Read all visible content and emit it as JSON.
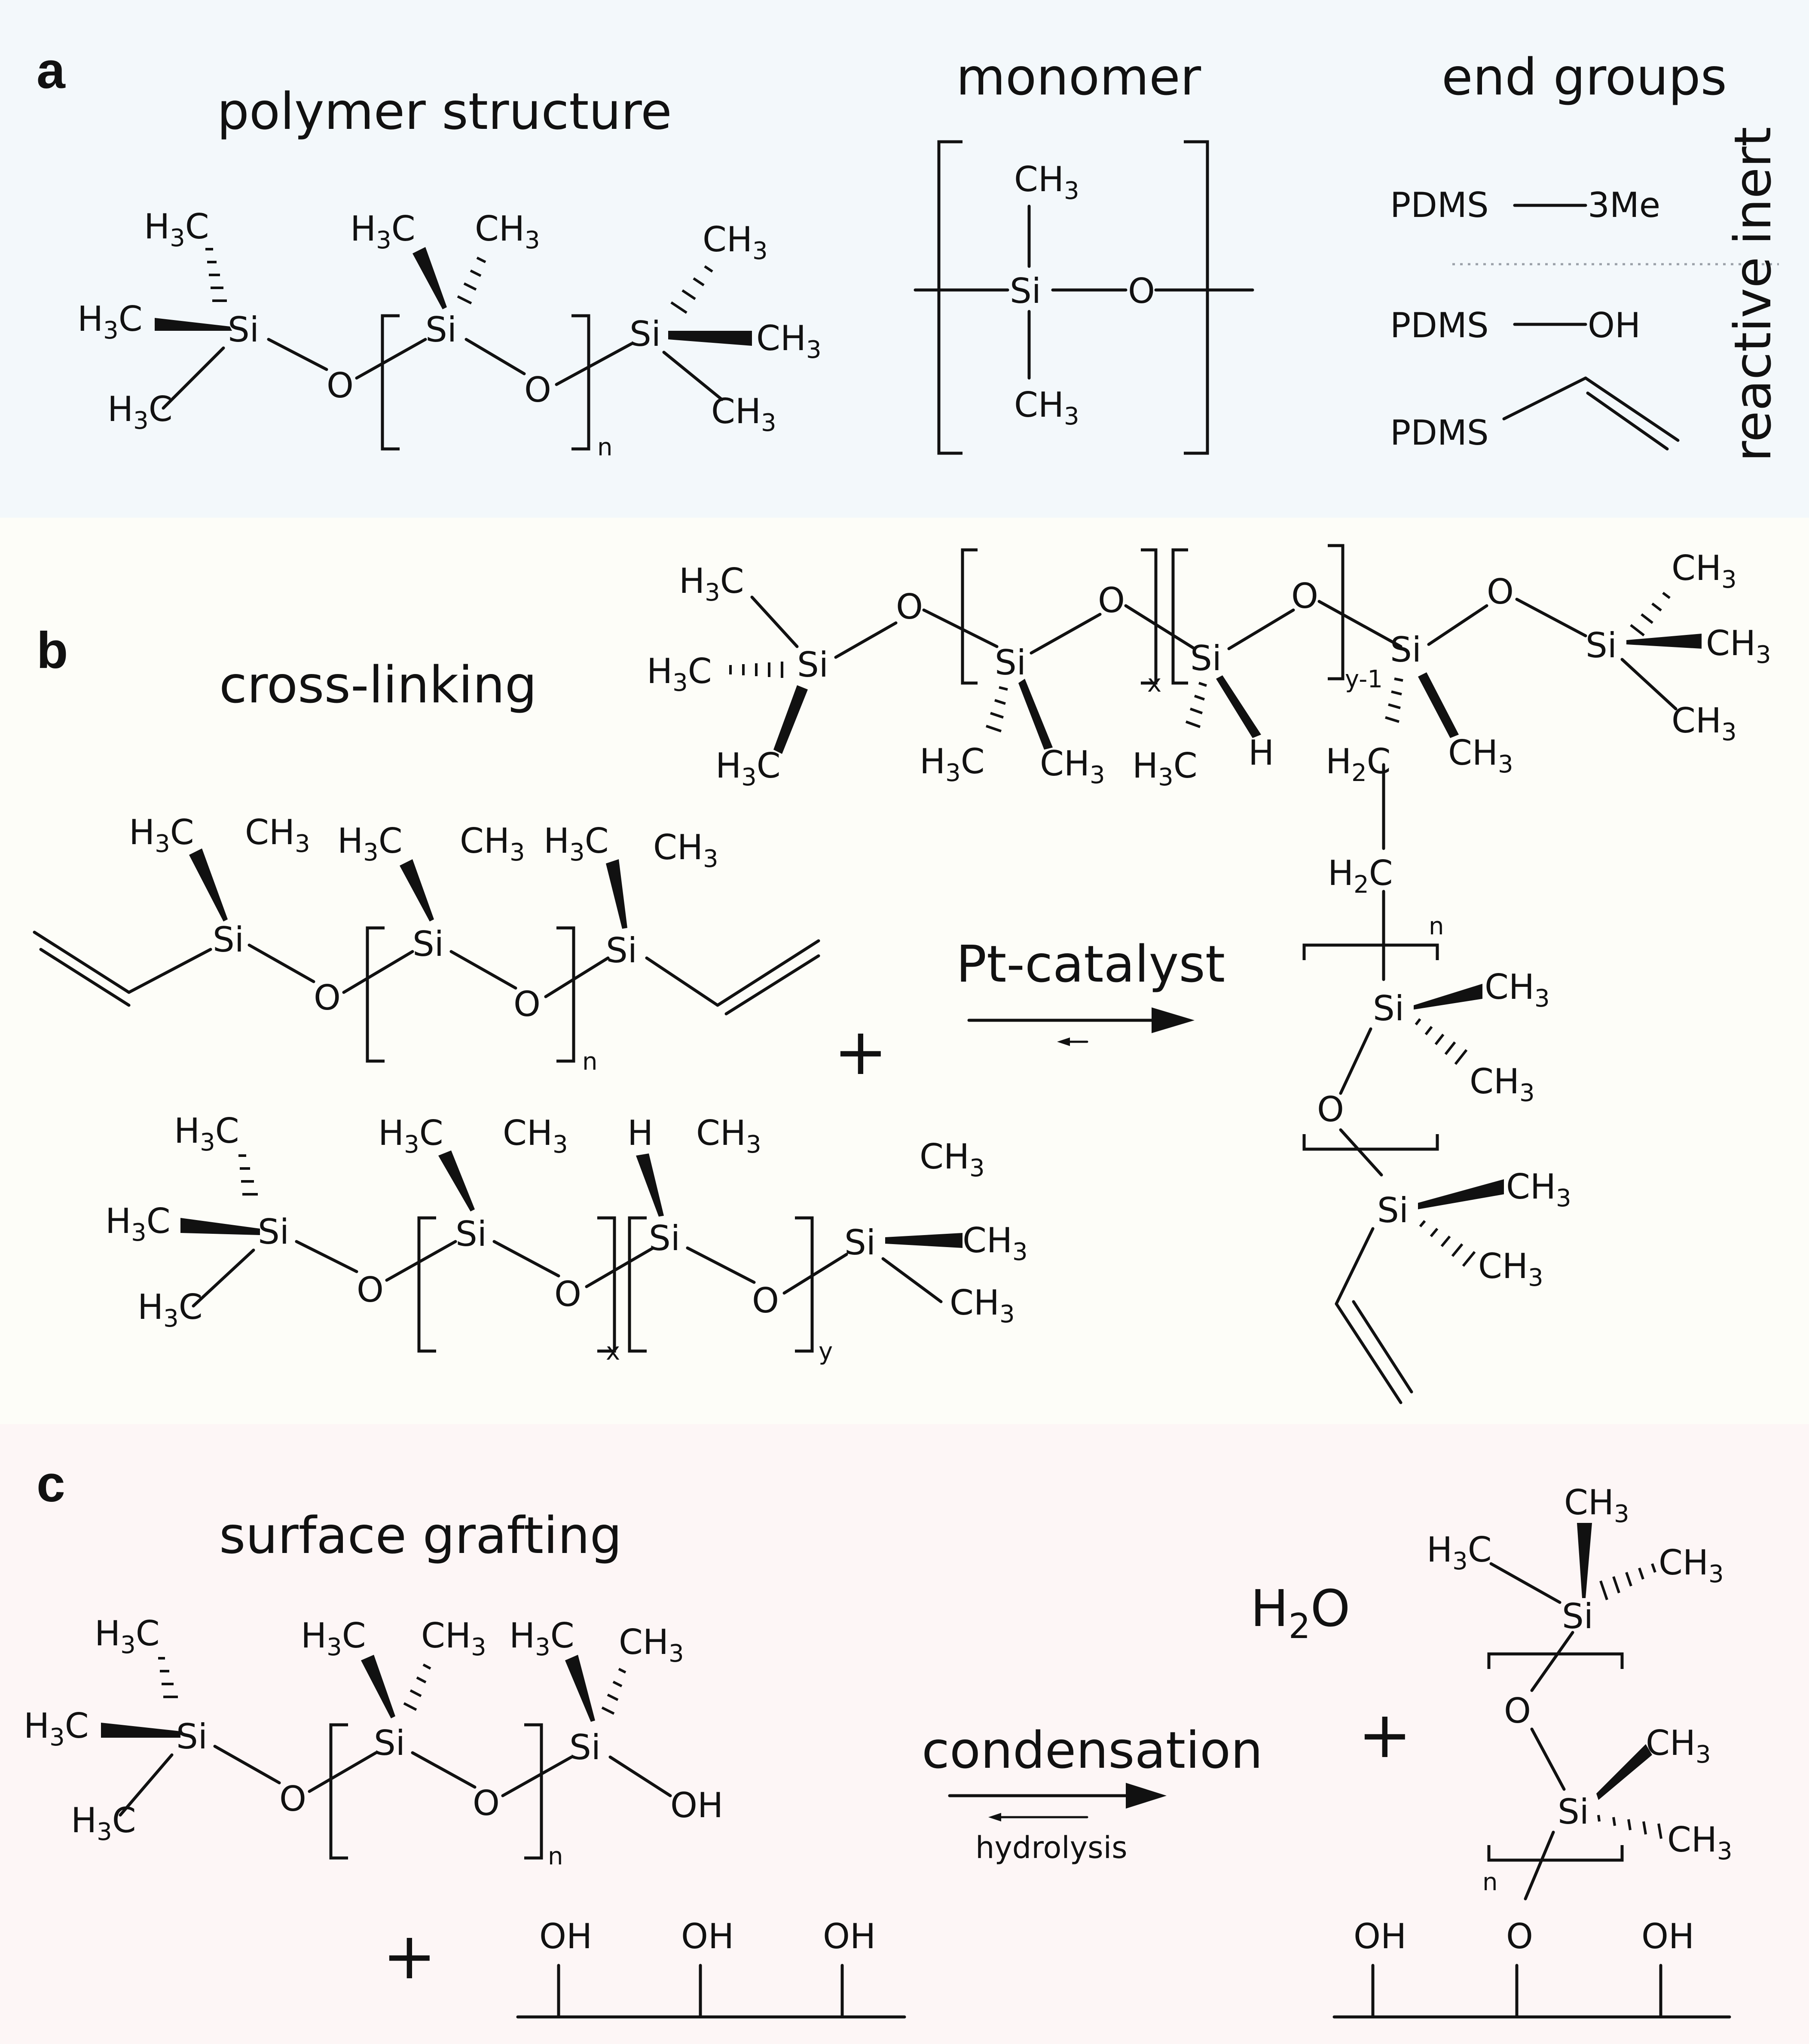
{
  "colors": {
    "panel_a": "#f3f8fb",
    "panel_b": "#fdfdf8",
    "panel_c": "#fdf6f6",
    "ink": "#111111"
  },
  "panel_a": {
    "label": "a",
    "title": "polymer structure",
    "monomer_title": "monomer",
    "end_groups_title": "end groups",
    "inert_label": "inert",
    "reactive_label": "reactive",
    "end_group_rows": [
      {
        "left": "PDMS",
        "right": "3Me"
      },
      {
        "left": "PDMS",
        "right": "OH"
      },
      {
        "left": "PDMS",
        "right": ""
      }
    ]
  },
  "panel_b": {
    "label": "b",
    "title": "cross-linking",
    "catalyst": "Pt-catalyst",
    "subscripts": {
      "n": "n",
      "x": "x",
      "y": "y",
      "y1": "y-1"
    }
  },
  "panel_c": {
    "label": "c",
    "title": "surface grafting",
    "forward": "condensation",
    "reverse": "hydrolysis",
    "water": "H2O"
  },
  "atoms": {
    "si": "Si",
    "o": "O",
    "h": "H",
    "oh": "OH",
    "plus": "+"
  }
}
